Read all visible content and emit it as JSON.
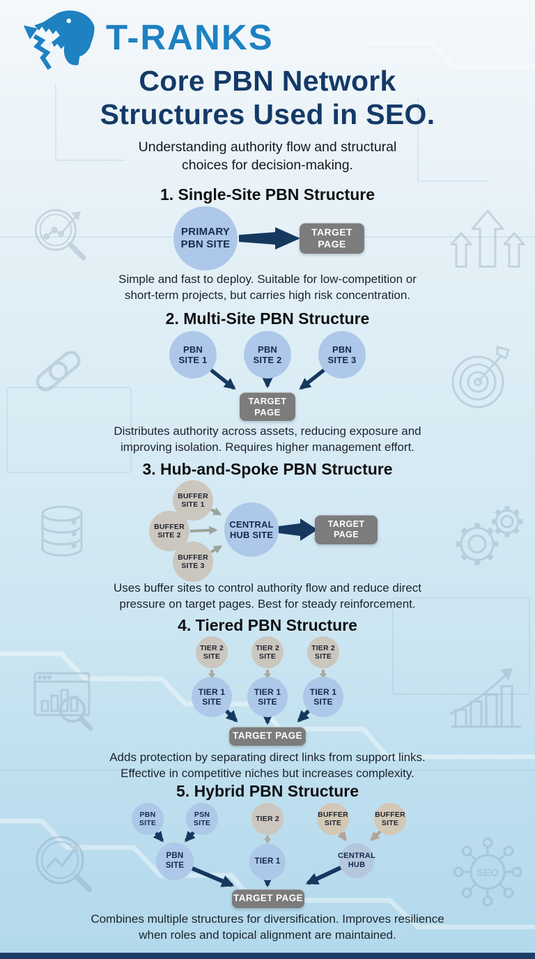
{
  "logo": {
    "brand": "T-RANKS"
  },
  "header": {
    "title": "Core PBN Network\nStructures Used in SEO.",
    "subtitle": "Understanding authority flow and structural\nchoices for decision-making."
  },
  "sections": [
    {
      "heading": "1. Single-Site PBN Structure",
      "nodes": {
        "primary": "PRIMARY\nPBN SITE"
      },
      "target": "TARGET\nPAGE",
      "description": "Simple and fast to deploy. Suitable for low-competition or\nshort-term projects, but carries high risk concentration."
    },
    {
      "heading": "2. Multi-Site PBN Structure",
      "nodes": {
        "site1": "PBN\nSITE 1",
        "site2": "PBN\nSITE 2",
        "site3": "PBN\nSITE 3"
      },
      "target": "TARGET\nPAGE",
      "description": "Distributes authority across assets, reducing exposure and\nimproving isolation. Requires higher management effort."
    },
    {
      "heading": "3. Hub-and-Spoke PBN Structure",
      "nodes": {
        "buffer1": "BUFFER\nSITE 1",
        "buffer2": "BUFFER\nSITE 2",
        "buffer3": "BUFFER\nSITE 3",
        "hub": "CENTRAL\nHUB SITE"
      },
      "target": "TARGET\nPAGE",
      "description": "Uses buffer sites to control authority flow and reduce direct\npressure on target pages. Best for steady reinforcement."
    },
    {
      "heading": "4. Tiered PBN Structure",
      "nodes": {
        "tier2a": "TIER 2\nSITE",
        "tier2b": "TIER 2\nSITE",
        "tier2c": "TIER 2\nSITE",
        "tier1a": "TIER 1\nSITE",
        "tier1b": "TIER 1\nSITE",
        "tier1c": "TIER 1\nSITE"
      },
      "target": "TARGET PAGE",
      "description": "Adds protection by separating direct links from support links.\nEffective in competitive niches but increases complexity."
    },
    {
      "heading": "5. Hybrid PBN Structure",
      "nodes": {
        "pbn_top": "PBN\nSITE",
        "psn_top": "PSN\nSITE",
        "tier2": "TIER 2",
        "buffer_a": "BUFFER\nSITE",
        "buffer_b": "BUFFER\nSITE",
        "pbn_mid": "PBN\nSITE",
        "tier1": "TIER 1",
        "hub": "CENTRAL\nHUB"
      },
      "target": "TARGET PAGE",
      "description": "Combines multiple structures for diversification. Improves resilience\nwhen roles and topical alignment are maintained."
    }
  ],
  "icons": {
    "seo_label": "SEO",
    "background": [
      "magnifier-trend-icon",
      "triple-up-arrows-icon",
      "chain-link-icon",
      "target-dart-icon",
      "database-icon",
      "gears-icon",
      "chart-browser-magnifier-icon",
      "growth-chart-icon",
      "magnifier-zigzag-icon",
      "seo-network-icon",
      "t-rex-logo-icon"
    ]
  },
  "colors": {
    "brand_blue": "#1e81c2",
    "title_navy": "#143a66",
    "node_blue": "#adc8e8",
    "node_gray": "#cbc7bf",
    "node_tan": "#d3c7b6",
    "hub_bluegray": "#b5c7dd",
    "target_gray": "#7c7c7c",
    "arrow_navy": "#16385f",
    "arrow_gray": "#9aa29b",
    "arrow_tan": "#b3a494",
    "footer_navy": "#1d3e66"
  }
}
